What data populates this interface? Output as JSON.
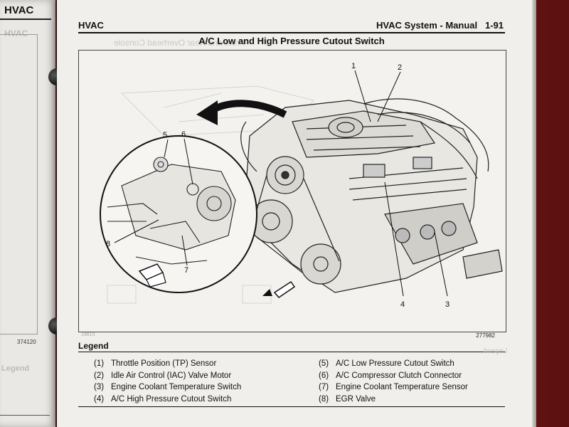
{
  "left_page": {
    "title": "HVAC",
    "ghost_header": "HVAC",
    "figure_number": "374120",
    "ghost_legend": "Legend"
  },
  "header": {
    "section": "HVAC",
    "title": "HVAC System - Manual",
    "page_number": "1-91"
  },
  "figure": {
    "title": "A/C Low and High Pressure Cutout Switch",
    "ghost_title": "Front and Rear Overhead Console",
    "id_right": "277982",
    "id_left": "19815",
    "callouts": [
      "1",
      "2",
      "3",
      "4",
      "5",
      "6",
      "7",
      "8"
    ]
  },
  "legend": {
    "title": "Legend",
    "left_items": [
      {
        "num": "(1)",
        "text": "Throttle Position (TP) Sensor"
      },
      {
        "num": "(2)",
        "text": "Idle Air Control (IAC) Valve Motor"
      },
      {
        "num": "(3)",
        "text": "Engine Coolant Temperature Switch"
      },
      {
        "num": "(4)",
        "text": "A/C High Pressure Cutout Switch"
      }
    ],
    "right_items": [
      {
        "num": "(5)",
        "text": "A/C Low Pressure Cutout Switch"
      },
      {
        "num": "(6)",
        "text": "A/C Compressor Clutch Connector"
      },
      {
        "num": "(7)",
        "text": "Engine Coolant Temperature Sensor"
      },
      {
        "num": "(8)",
        "text": "EGR Valve"
      }
    ],
    "ghost_right": "Legend"
  }
}
